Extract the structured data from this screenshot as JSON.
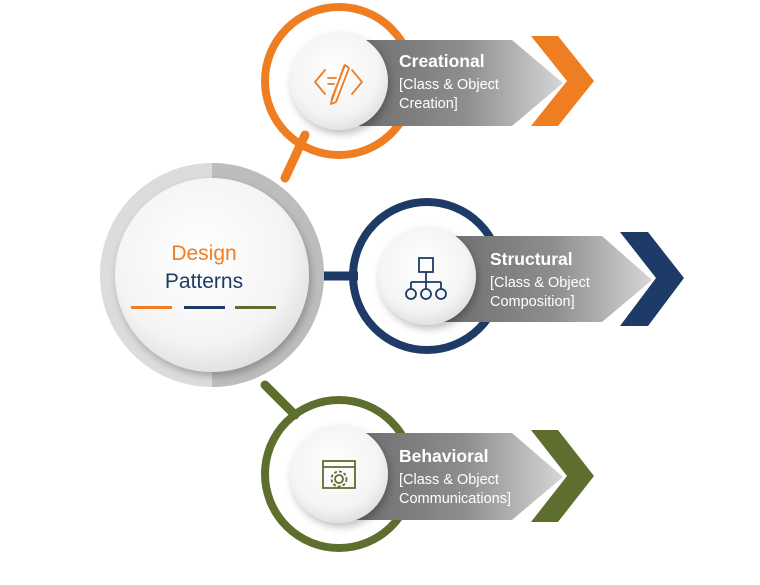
{
  "center": {
    "line1": "Design",
    "line2": "Patterns"
  },
  "colors": {
    "orange": "#ef7d22",
    "navy": "#1e3a66",
    "olive": "#5e6e2e",
    "gray_dark": "#7b7b7b",
    "gray_light": "#c9c9c9"
  },
  "items": [
    {
      "title": "Creational",
      "sub1": "[Class & Object",
      "sub2": "Creation]",
      "icon": "code-pencil-icon"
    },
    {
      "title": "Structural",
      "sub1": "[Class & Object",
      "sub2": "Composition]",
      "icon": "hierarchy-icon"
    },
    {
      "title": "Behavioral",
      "sub1": "[Class & Object",
      "sub2": "Communications]",
      "icon": "window-gear-icon"
    }
  ]
}
